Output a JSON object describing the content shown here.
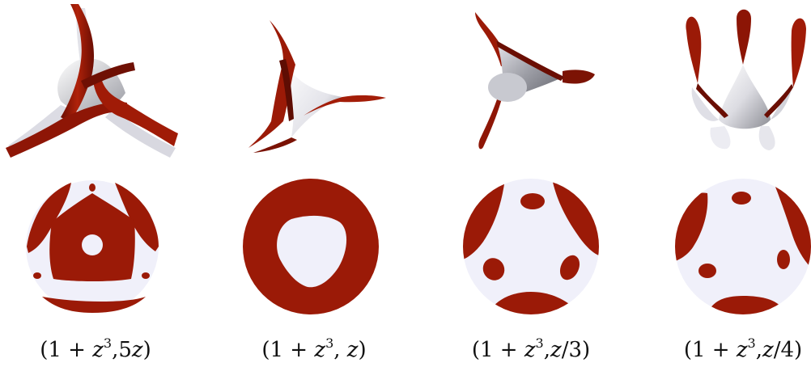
{
  "figure": {
    "colors": {
      "surface_red": "#9b1a07",
      "surface_red_dark": "#5e0d03",
      "surface_white": "#f2f2f6",
      "surface_grey": "#8e8f96",
      "disk_light": "#f0f0fa"
    },
    "panels": [
      {
        "id": "a",
        "caption": {
          "open": "(1 + ",
          "base": "z",
          "exp": "3",
          "mid": ",5",
          "arg": "z",
          "close": ")"
        }
      },
      {
        "id": "b",
        "caption": {
          "open": "(1 + ",
          "base": "z",
          "exp": "3",
          "mid": ", ",
          "arg": "z",
          "close": ")"
        }
      },
      {
        "id": "c",
        "caption": {
          "open": "(1 + ",
          "base": "z",
          "exp": "3",
          "mid": ",",
          "arg": "z",
          "close": "/3)"
        }
      },
      {
        "id": "d",
        "caption": {
          "open": "(1 + ",
          "base": "z",
          "exp": "3",
          "mid": ",",
          "arg": "z",
          "close": "/4)"
        }
      }
    ]
  }
}
